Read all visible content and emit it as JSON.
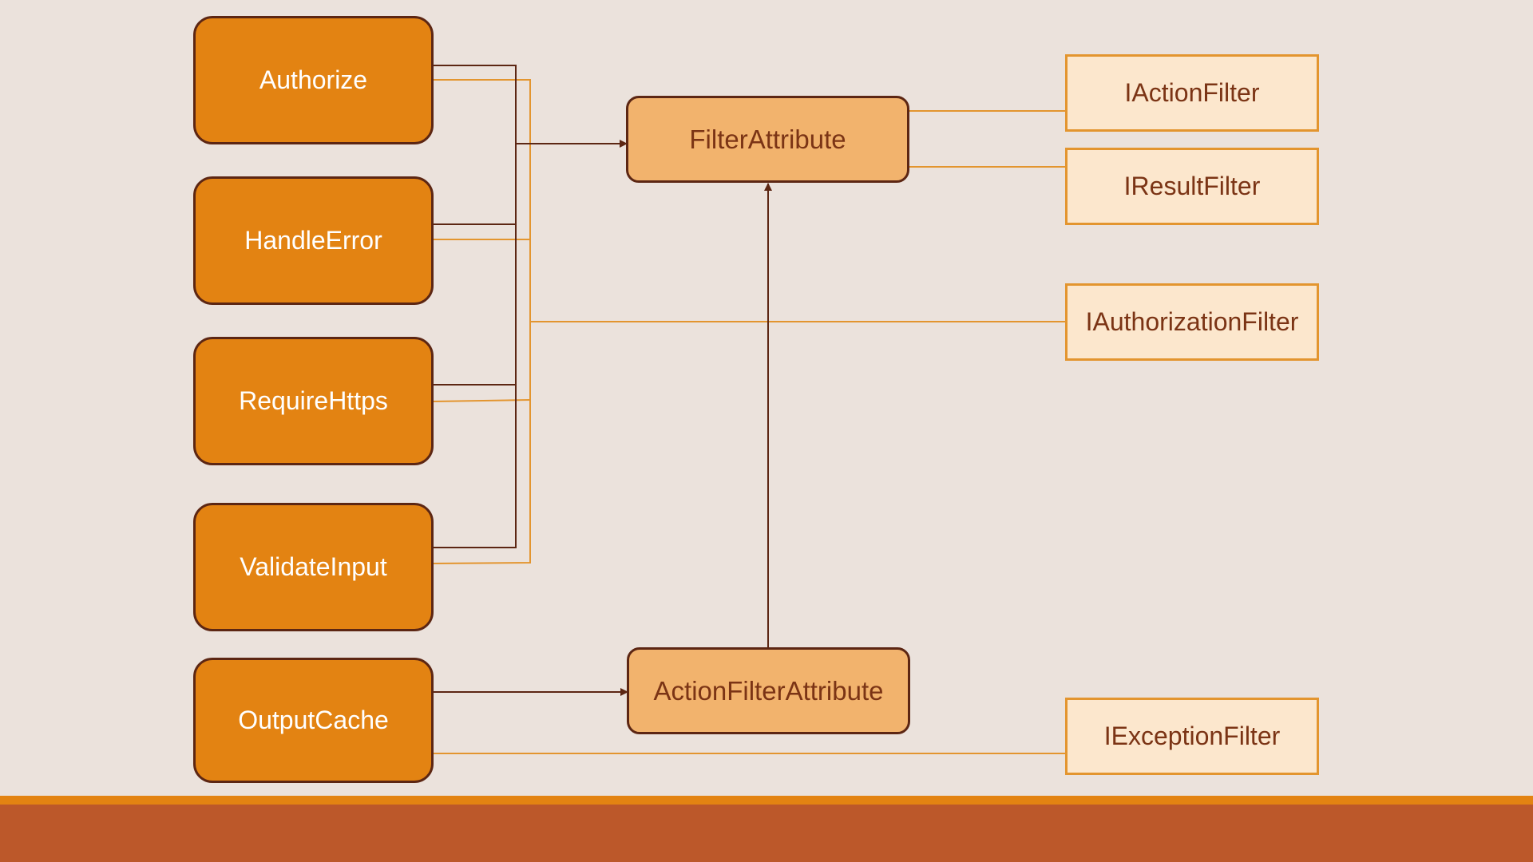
{
  "attributes": {
    "authorize": "Authorize",
    "handle_error": "HandleError",
    "require_https": "RequireHttps",
    "validate_input": "ValidateInput",
    "output_cache": "OutputCache"
  },
  "base_classes": {
    "filter_attribute": "FilterAttribute",
    "action_filter_attribute": "ActionFilterAttribute"
  },
  "interfaces": {
    "iaction_filter": "IActionFilter",
    "iresult_filter": "IResultFilter",
    "iauthorization_filter": "IAuthorizationFilter",
    "iexception_filter": "IExceptionFilter"
  },
  "colors": {
    "background": "#EBE2DC",
    "attribute_fill": "#E38312",
    "base_fill": "#F2B36D",
    "interface_fill": "#FCE7CD",
    "inherit_line": "#5C2613",
    "implement_line": "#E3952F",
    "footer_band": "#BC582A",
    "footer_stripe": "#E38312"
  }
}
